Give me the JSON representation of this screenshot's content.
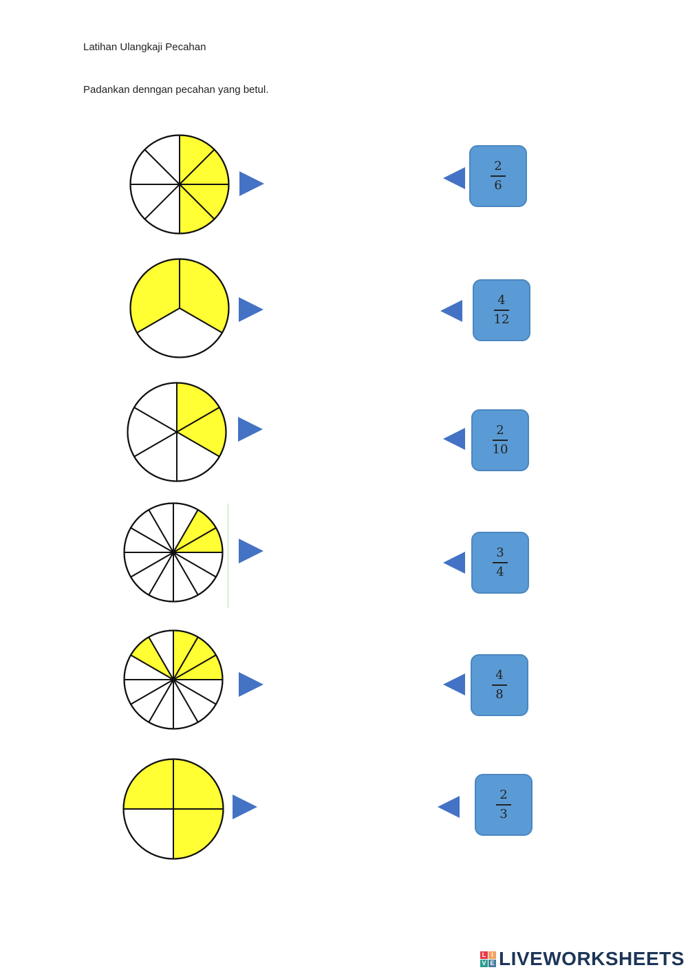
{
  "title": "Latihan Ulangkaji Pecahan",
  "instruction": "Padankan denngan pecahan yang betul.",
  "pies": [
    {
      "name": "pie-eighths",
      "parts": 8,
      "shaded": [
        0,
        1,
        2,
        3
      ],
      "colors": {
        "shade": "#ffff33",
        "empty": "#ffffff"
      }
    },
    {
      "name": "pie-thirds",
      "parts": 3,
      "shaded": [
        0,
        2
      ]
    },
    {
      "name": "pie-sixths",
      "parts": 6,
      "shaded": [
        0,
        1
      ]
    },
    {
      "name": "pie-twelfths",
      "parts": 12,
      "shaded": [
        1,
        2
      ]
    },
    {
      "name": "pie-tenths-12",
      "parts": 12,
      "shaded": [
        0,
        1,
        2,
        10
      ]
    },
    {
      "name": "pie-quarters",
      "parts": 4,
      "shaded": [
        0,
        1,
        3
      ]
    }
  ],
  "cards": [
    {
      "numerator": "2",
      "denominator": "6"
    },
    {
      "numerator": "4",
      "denominator": "12"
    },
    {
      "numerator": "2",
      "denominator": "10"
    },
    {
      "numerator": "3",
      "denominator": "4"
    },
    {
      "numerator": "4",
      "denominator": "8"
    },
    {
      "numerator": "2",
      "denominator": "3"
    }
  ],
  "colors": {
    "shade": "#ffff33",
    "arrow": "#4472c4",
    "card": "#5b9bd5"
  },
  "logo": {
    "mark": [
      "L",
      "I",
      "V",
      "E"
    ],
    "text": "LIVEWORKSHEETS"
  }
}
